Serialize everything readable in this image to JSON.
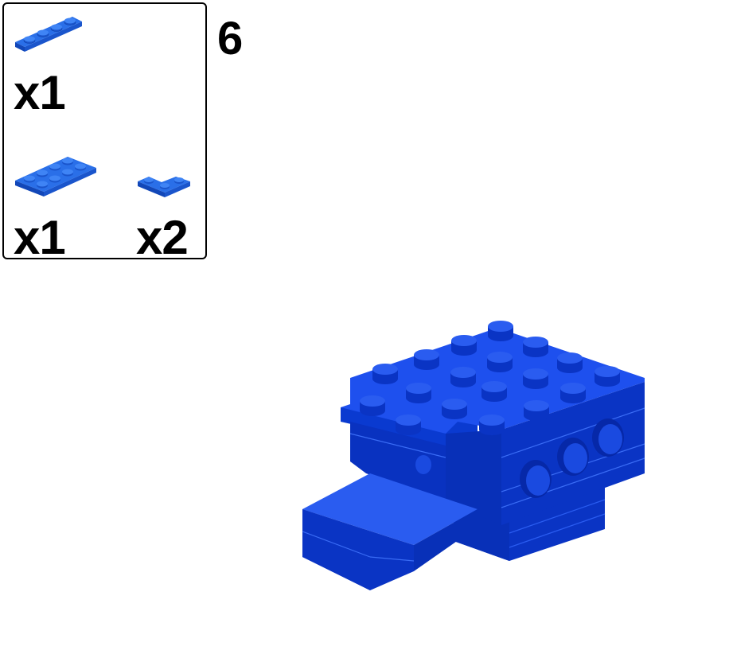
{
  "step": {
    "number": "6"
  },
  "parts_list": {
    "items": [
      {
        "name": "plate-1x4",
        "quantity": "x1",
        "color": "#1a5fd6"
      },
      {
        "name": "plate-2x4",
        "quantity": "x1",
        "color": "#1a5fd6"
      },
      {
        "name": "plate-2x2-corner",
        "quantity": "x2",
        "color": "#1a5fd6"
      }
    ]
  },
  "colors": {
    "part_blue": "#1e63dc",
    "part_blue_dark": "#0b3fb0",
    "model_blue": "#0a3bd6",
    "model_blue_light": "#2a5cf0",
    "model_blue_dark": "#0628a8",
    "border": "#000000",
    "background": "#ffffff"
  }
}
